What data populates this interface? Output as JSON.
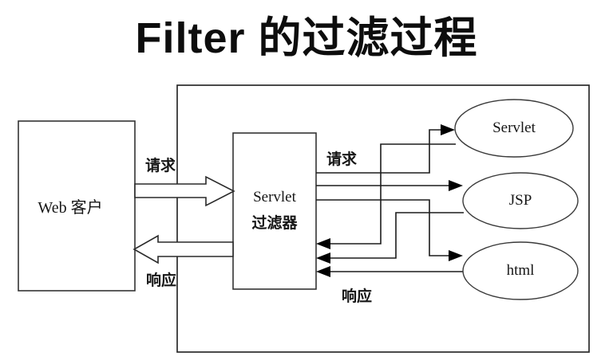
{
  "title": "Filter 的过滤过程",
  "colors": {
    "background": "#ffffff",
    "line": "#2a2a2a",
    "arrowhead": "#000000",
    "text": "#111111"
  },
  "nodes": {
    "web_client": {
      "label": "Web 客户"
    },
    "servlet_filter": {
      "label_line1": "Servlet",
      "label_line2": "过滤器"
    },
    "servlet": {
      "label": "Servlet"
    },
    "jsp": {
      "label": "JSP"
    },
    "html": {
      "label": "html"
    }
  },
  "edge_labels": {
    "request_left": "请求",
    "response_left": "响应",
    "request_right": "请求",
    "response_right": "响应"
  }
}
